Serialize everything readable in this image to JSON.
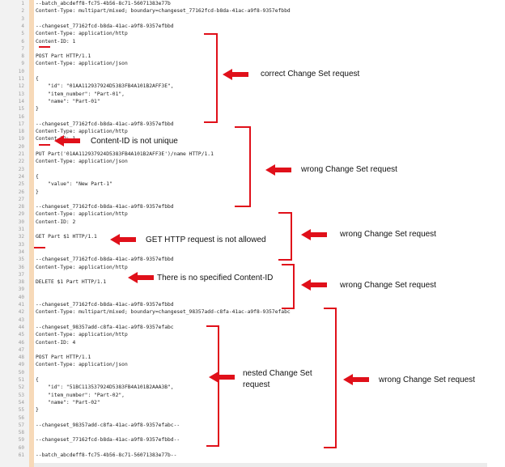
{
  "editor": {
    "lines": [
      {
        "n": "1",
        "text": "--batch_abcdeff8-fc75-4b56-8c71-56071383e77b"
      },
      {
        "n": "2",
        "text": "Content-Type: multipart/mixed; boundary=changeset_77162fcd-b8da-41ac-a9f8-9357efbbd"
      },
      {
        "n": "3",
        "text": ""
      },
      {
        "n": "4",
        "text": "--changeset_77162fcd-b8da-41ac-a9f8-9357efbbd"
      },
      {
        "n": "5",
        "text": "Content-Type: application/http"
      },
      {
        "n": "6",
        "text": "Content-ID: 1"
      },
      {
        "n": "7",
        "text": ""
      },
      {
        "n": "8",
        "text": "POST Part HTTP/1.1"
      },
      {
        "n": "9",
        "text": "Content-Type: application/json"
      },
      {
        "n": "10",
        "text": ""
      },
      {
        "n": "11",
        "text": "{"
      },
      {
        "n": "12",
        "text": "    \"id\": \"01AA112937924D5383FB4A101B2AFF3E\","
      },
      {
        "n": "13",
        "text": "    \"item_number\": \"Part-01\","
      },
      {
        "n": "14",
        "text": "    \"name\": \"Part-01\""
      },
      {
        "n": "15",
        "text": "}"
      },
      {
        "n": "16",
        "text": ""
      },
      {
        "n": "17",
        "text": "--changeset_77162fcd-b8da-41ac-a9f8-9357efbbd"
      },
      {
        "n": "18",
        "text": "Content-Type: application/http"
      },
      {
        "n": "19",
        "text": "Content-ID: 1"
      },
      {
        "n": "20",
        "text": ""
      },
      {
        "n": "21",
        "text": "PUT Part('01AA112937924D5383FB4A101B2AFF3E')/name HTTP/1.1"
      },
      {
        "n": "22",
        "text": "Content-Type: application/json"
      },
      {
        "n": "23",
        "text": ""
      },
      {
        "n": "24",
        "text": "{"
      },
      {
        "n": "25",
        "text": "    \"value\": \"New Part-1\""
      },
      {
        "n": "26",
        "text": "}"
      },
      {
        "n": "27",
        "text": ""
      },
      {
        "n": "28",
        "text": "--changeset_77162fcd-b8da-41ac-a9f8-9357efbbd"
      },
      {
        "n": "29",
        "text": "Content-Type: application/http"
      },
      {
        "n": "30",
        "text": "Content-ID: 2"
      },
      {
        "n": "31",
        "text": ""
      },
      {
        "n": "32",
        "text": "GET Part $1 HTTP/1.1"
      },
      {
        "n": "33",
        "text": ""
      },
      {
        "n": "34",
        "text": ""
      },
      {
        "n": "35",
        "text": "--changeset_77162fcd-b8da-41ac-a9f8-9357efbbd"
      },
      {
        "n": "36",
        "text": "Content-Type: application/http"
      },
      {
        "n": "37",
        "text": ""
      },
      {
        "n": "38",
        "text": "DELETE $1 Part HTTP/1.1"
      },
      {
        "n": "39",
        "text": ""
      },
      {
        "n": "40",
        "text": ""
      },
      {
        "n": "41",
        "text": "--changeset_77162fcd-b8da-41ac-a9f8-9357efbbd"
      },
      {
        "n": "42",
        "text": "Content-Type: multipart/mixed; boundary=changeset_98357add-c8fa-41ac-a9f8-9357efabc"
      },
      {
        "n": "43",
        "text": ""
      },
      {
        "n": "44",
        "text": "--changeset_98357add-c8fa-41ac-a9f8-9357efabc"
      },
      {
        "n": "45",
        "text": "Content-Type: application/http"
      },
      {
        "n": "46",
        "text": "Content-ID: 4"
      },
      {
        "n": "47",
        "text": ""
      },
      {
        "n": "48",
        "text": "POST Part HTTP/1.1"
      },
      {
        "n": "49",
        "text": "Content-Type: application/json"
      },
      {
        "n": "50",
        "text": ""
      },
      {
        "n": "51",
        "text": "{"
      },
      {
        "n": "52",
        "text": "    \"id\": \"51BC113537924D5383FB4A101B2AAA3B\","
      },
      {
        "n": "53",
        "text": "    \"item_number\": \"Part-02\","
      },
      {
        "n": "54",
        "text": "    \"name\": \"Part-02\""
      },
      {
        "n": "55",
        "text": "}"
      },
      {
        "n": "56",
        "text": ""
      },
      {
        "n": "57",
        "text": "--changeset_98357add-c8fa-41ac-a9f8-9357efabc--"
      },
      {
        "n": "58",
        "text": ""
      },
      {
        "n": "59",
        "text": "--changeset_77162fcd-b8da-41ac-a9f8-9357efbbd--"
      },
      {
        "n": "60",
        "text": ""
      },
      {
        "n": "61",
        "text": "--batch_abcdeff8-fc75-4b56-8c71-56071383e77b--"
      }
    ]
  },
  "annotations": {
    "correct_changeset": "correct Change Set request",
    "content_id_not_unique": "Content-ID is not unique",
    "wrong_changeset_1": "wrong Change Set request",
    "wrong_changeset_2": "wrong Change Set request",
    "get_not_allowed": "GET HTTP request is not allowed",
    "wrong_changeset_3": "wrong Change Set request",
    "no_content_id": "There is no specified Content-ID",
    "nested_line1": "nested Change Set",
    "nested_line2": "request",
    "wrong_changeset_4": "wrong Change Set request"
  },
  "colors": {
    "annotation_red": "#e0101a",
    "gutter": "#f2f2f2",
    "fold_bar": "#f7d9b8"
  }
}
